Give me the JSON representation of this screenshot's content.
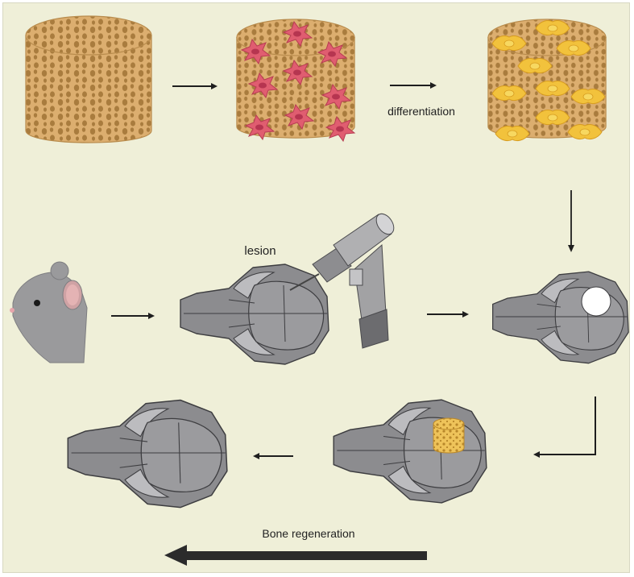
{
  "labels": {
    "differentiation": "differentiation",
    "lesion": "lesion",
    "bone_regeneration": "Bone regeneration"
  },
  "colors": {
    "background": "#efefd8",
    "scaffold": "#d9aa6b",
    "scaffold_pore": "#a97c3e",
    "stem_cell": "#e06072",
    "osteoblast": "#f2c23c",
    "skull": "#8e8e90",
    "arrow": "#1e1e1e"
  },
  "icons": {
    "scaffold": "porous-cylinder-icon",
    "seeded_scaffold": "cell-seeded-scaffold-icon",
    "differentiated_scaffold": "osteoblast-scaffold-icon",
    "mouse": "mouse-head-icon",
    "drill": "surgical-drill-icon",
    "skull": "skull-icon",
    "defect": "cranial-defect-icon",
    "implant": "scaffold-implant-icon"
  }
}
